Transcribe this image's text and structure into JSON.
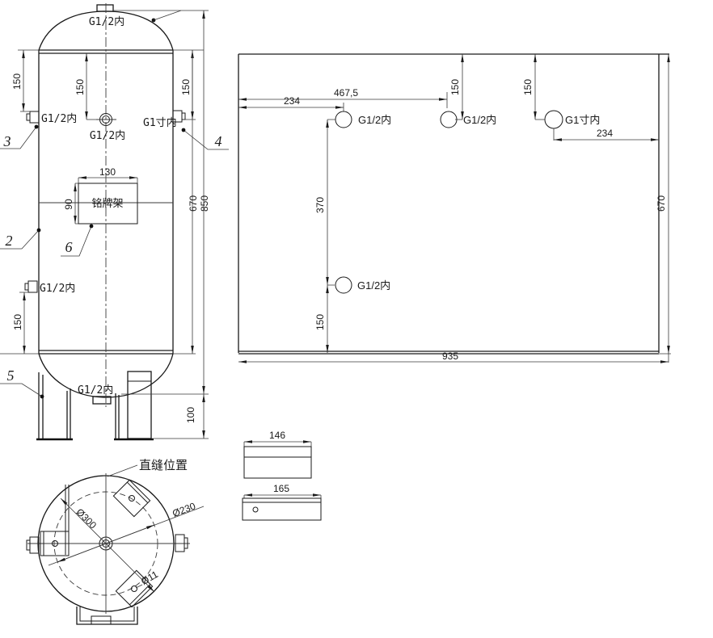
{
  "drawing": {
    "type": "pressure-vessel engineering drawing",
    "colors": {
      "line": "#1a1a1a",
      "dimension": "#3a3a3a",
      "background": "#ffffff"
    }
  },
  "front_view": {
    "labels": {
      "top_nozzle": "G1/2内",
      "left_nozzle": "G1/2内",
      "center_nozzle": "G1/2内",
      "right_nozzle": "G1寸内",
      "lower_left_nozzle": "G1/2内",
      "bottom_nozzle": "G1/2内",
      "nameplate": "铭牌架"
    },
    "dims": {
      "d150_left": "150",
      "d150_center": "150",
      "d150_right": "150",
      "d150_lower": "150",
      "d130": "130",
      "d90": "90",
      "d670": "670",
      "d850": "850",
      "d100": "100"
    },
    "callouts": {
      "c2": "2",
      "c3": "3",
      "c4": "4",
      "c5": "5",
      "c6": "6"
    }
  },
  "development_view": {
    "dims": {
      "d467_5": "467,5",
      "d234_top": "234",
      "d150_a": "150",
      "d150_b": "150",
      "d234_right": "234",
      "d370": "370",
      "d150_lower": "150",
      "d935": "935",
      "d670": "670"
    },
    "labels": {
      "hole1": "G1/2内",
      "hole2": "G1/2内",
      "hole3": "G1寸内",
      "hole4": "G1/2内"
    }
  },
  "top_view": {
    "labels": {
      "seam": "直缝位置"
    },
    "dims": {
      "d300": "Ø300",
      "d230": "Ø230",
      "d11": "Ø11"
    }
  },
  "details": {
    "d146": "146",
    "d165": "165"
  }
}
